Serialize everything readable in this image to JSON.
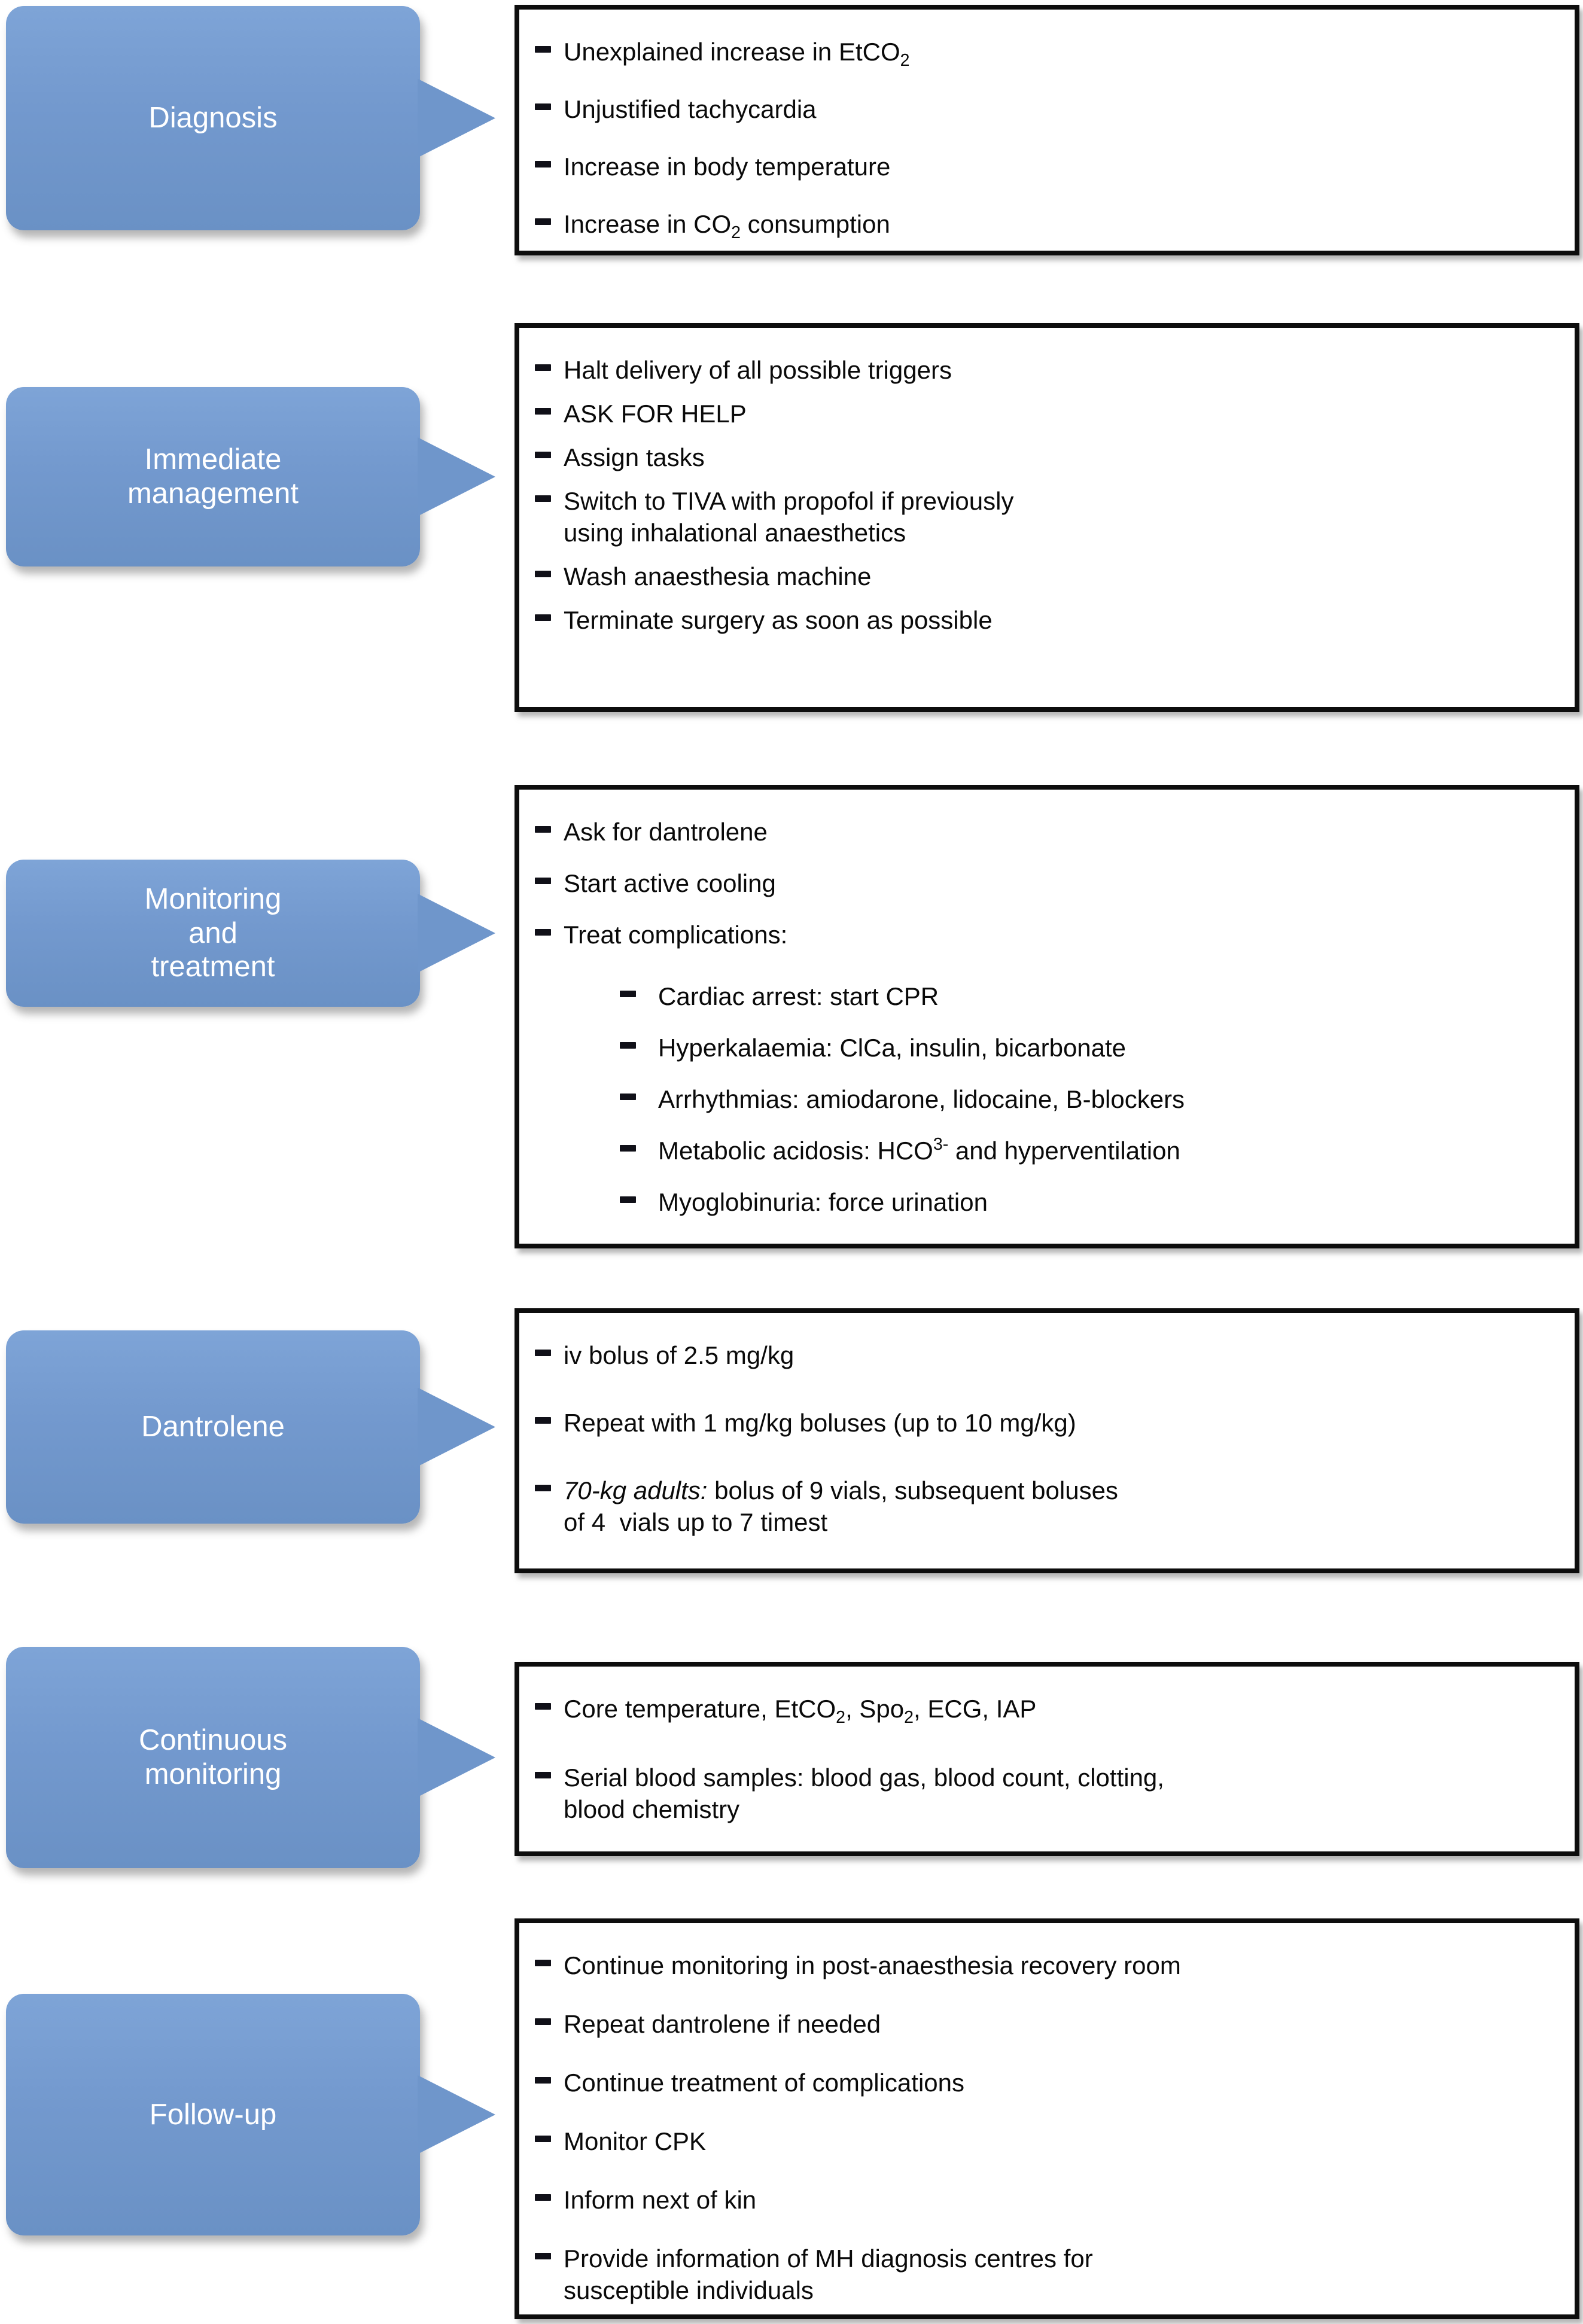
{
  "figure": {
    "type": "callout-flowchart",
    "background": "#ffffff",
    "accent_blue": "#7399ce",
    "border_color": "#0d0d0d",
    "label_text_color": "#ffffff"
  },
  "sections": [
    {
      "id": "diagnosis",
      "label_lines": [
        "Diagnosis"
      ],
      "items": [
        {
          "level": 1,
          "segments": [
            {
              "t": "Unexplained increase in EtCO"
            },
            {
              "t": "2",
              "sub": true
            }
          ]
        },
        {
          "level": 1,
          "segments": [
            {
              "t": "Unjustified tachycardia"
            }
          ]
        },
        {
          "level": 1,
          "segments": [
            {
              "t": "Increase in body temperature"
            }
          ]
        },
        {
          "level": 1,
          "segments": [
            {
              "t": "Increase in CO"
            },
            {
              "t": "2",
              "sub": true
            },
            {
              "t": " consumption"
            }
          ]
        }
      ]
    },
    {
      "id": "immediate-management",
      "label_lines": [
        "Immediate",
        "management"
      ],
      "items": [
        {
          "level": 1,
          "segments": [
            {
              "t": "Halt delivery of all possible triggers"
            }
          ]
        },
        {
          "level": 1,
          "segments": [
            {
              "t": "ASK FOR HELP"
            }
          ]
        },
        {
          "level": 1,
          "segments": [
            {
              "t": "Assign tasks"
            }
          ]
        },
        {
          "level": 1,
          "segments": [
            {
              "t": "Switch to TIVA with propofol if previously"
            },
            {
              "br": true
            },
            {
              "t": "using inhalational anaesthetics"
            }
          ]
        },
        {
          "level": 1,
          "segments": [
            {
              "t": "Wash anaesthesia machine"
            }
          ]
        },
        {
          "level": 1,
          "segments": [
            {
              "t": "Terminate surgery as soon as possible"
            }
          ]
        }
      ]
    },
    {
      "id": "monitoring-and-treatment",
      "label_lines": [
        "Monitoring",
        "and",
        "treatment"
      ],
      "items": [
        {
          "level": 1,
          "segments": [
            {
              "t": "Ask for dantrolene"
            }
          ]
        },
        {
          "level": 1,
          "segments": [
            {
              "t": "Start active cooling"
            }
          ]
        },
        {
          "level": 1,
          "segments": [
            {
              "t": "Treat complications:"
            }
          ]
        },
        {
          "level": 2,
          "segments": [
            {
              "t": "Cardiac arrest: start CPR"
            }
          ]
        },
        {
          "level": 2,
          "segments": [
            {
              "t": "Hyperkalaemia: ClCa, insulin, bicarbonate"
            }
          ]
        },
        {
          "level": 2,
          "segments": [
            {
              "t": "Arrhythmias: amiodarone, lidocaine, B-blockers"
            }
          ]
        },
        {
          "level": 2,
          "segments": [
            {
              "t": "Metabolic acidosis: HCO"
            },
            {
              "t": "3-",
              "sup": true
            },
            {
              "t": " and hyperventilation"
            }
          ]
        },
        {
          "level": 2,
          "segments": [
            {
              "t": "Myoglobinuria: force urination"
            }
          ]
        }
      ]
    },
    {
      "id": "dantrolene",
      "label_lines": [
        "Dantrolene"
      ],
      "items": [
        {
          "level": 1,
          "segments": [
            {
              "t": "iv bolus of 2.5 mg/kg"
            }
          ]
        },
        {
          "level": 1,
          "segments": [
            {
              "t": "Repeat with 1 mg/kg boluses (up to 10 mg/kg)"
            }
          ]
        },
        {
          "level": 1,
          "segments": [
            {
              "t": "70-kg adults:",
              "italic": true
            },
            {
              "t": " bolus of 9 vials, subsequent boluses"
            },
            {
              "br": true
            },
            {
              "t": "of 4  vials up to 7 timest"
            }
          ]
        }
      ]
    },
    {
      "id": "continuous-monitoring",
      "label_lines": [
        "Continuous",
        "monitoring"
      ],
      "items": [
        {
          "level": 1,
          "segments": [
            {
              "t": "Core temperature, EtCO"
            },
            {
              "t": "2",
              "sub": true
            },
            {
              "t": ", Spo"
            },
            {
              "t": "2",
              "sub": true
            },
            {
              "t": ", ECG, IAP"
            }
          ]
        },
        {
          "level": 1,
          "segments": [
            {
              "t": "Serial blood samples: blood gas, blood count, clotting,"
            },
            {
              "br": true
            },
            {
              "t": "blood chemistry"
            }
          ]
        }
      ]
    },
    {
      "id": "follow-up",
      "label_lines": [
        "Follow-up"
      ],
      "items": [
        {
          "level": 1,
          "segments": [
            {
              "t": "Continue monitoring in post-anaesthesia recovery room"
            }
          ]
        },
        {
          "level": 1,
          "segments": [
            {
              "t": "Repeat dantrolene if needed"
            }
          ]
        },
        {
          "level": 1,
          "segments": [
            {
              "t": "Continue treatment of complications"
            }
          ]
        },
        {
          "level": 1,
          "segments": [
            {
              "t": "Monitor CPK"
            }
          ]
        },
        {
          "level": 1,
          "segments": [
            {
              "t": "Inform next of kin"
            }
          ]
        },
        {
          "level": 1,
          "segments": [
            {
              "t": "Provide information of MH diagnosis centres for"
            },
            {
              "br": true
            },
            {
              "t": "susceptible individuals"
            }
          ]
        }
      ]
    }
  ]
}
